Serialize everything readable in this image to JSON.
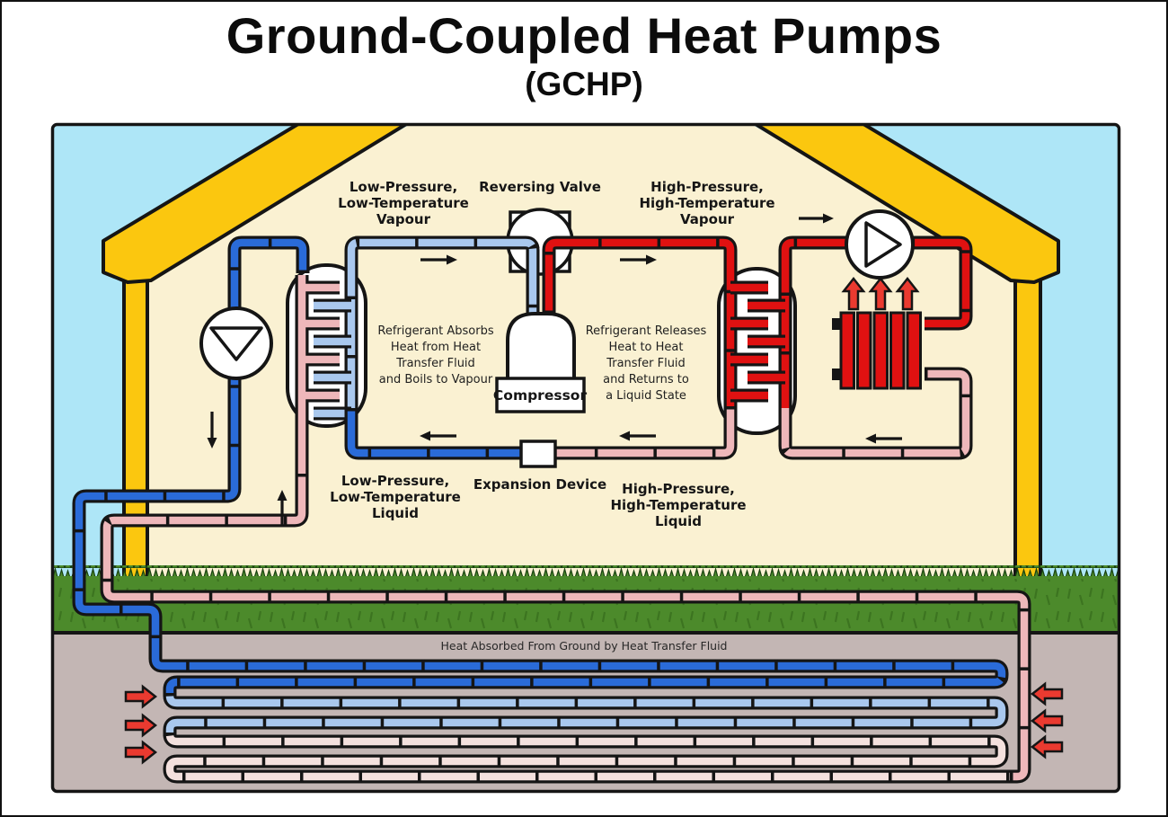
{
  "title": "Ground-Coupled Heat Pumps",
  "subtitle": "(GCHP)",
  "labels": {
    "lp_vapour": {
      "l1": "Low-Pressure,",
      "l2": "Low-Temperature",
      "l3": "Vapour"
    },
    "reversing_valve": "Reversing Valve",
    "hp_vapour": {
      "l1": "High-Pressure,",
      "l2": "High-Temperature",
      "l3": "Vapour"
    },
    "absorb": {
      "l1": "Refrigerant Absorbs",
      "l2": "Heat from Heat",
      "l3": "Transfer Fluid",
      "l4": "and Boils to Vapour"
    },
    "release": {
      "l1": "Refrigerant Releases",
      "l2": "Heat to Heat",
      "l3": "Transfer Fluid",
      "l4": "and Returns to",
      "l5": "a Liquid State"
    },
    "compressor": "Compressor",
    "expansion": "Expansion Device",
    "lp_liquid": {
      "l1": "Low-Pressure,",
      "l2": "Low-Temperature",
      "l3": "Liquid"
    },
    "hp_liquid": {
      "l1": "High-Pressure,",
      "l2": "High-Temperature",
      "l3": "Liquid"
    },
    "ground": "Heat Absorbed From Ground by Heat Transfer Fluid"
  },
  "colors": {
    "sky": "#AEE6F7",
    "house_yellow": "#FBC70F",
    "interior_cream": "#FAF1D2",
    "grass_green": "#4C8A2B",
    "soil_gray": "#C3B6B4",
    "outline_black": "#151515",
    "pipe_cold_dark_blue": "#2A6BD8",
    "pipe_cool_light_blue": "#A9C8EE",
    "pipe_warm_pale_pink": "#F4E1DE",
    "pipe_warm_pink": "#EEB7BA",
    "pipe_hot_red": "#E01111",
    "heat_arrow_red": "#EA3A30"
  }
}
